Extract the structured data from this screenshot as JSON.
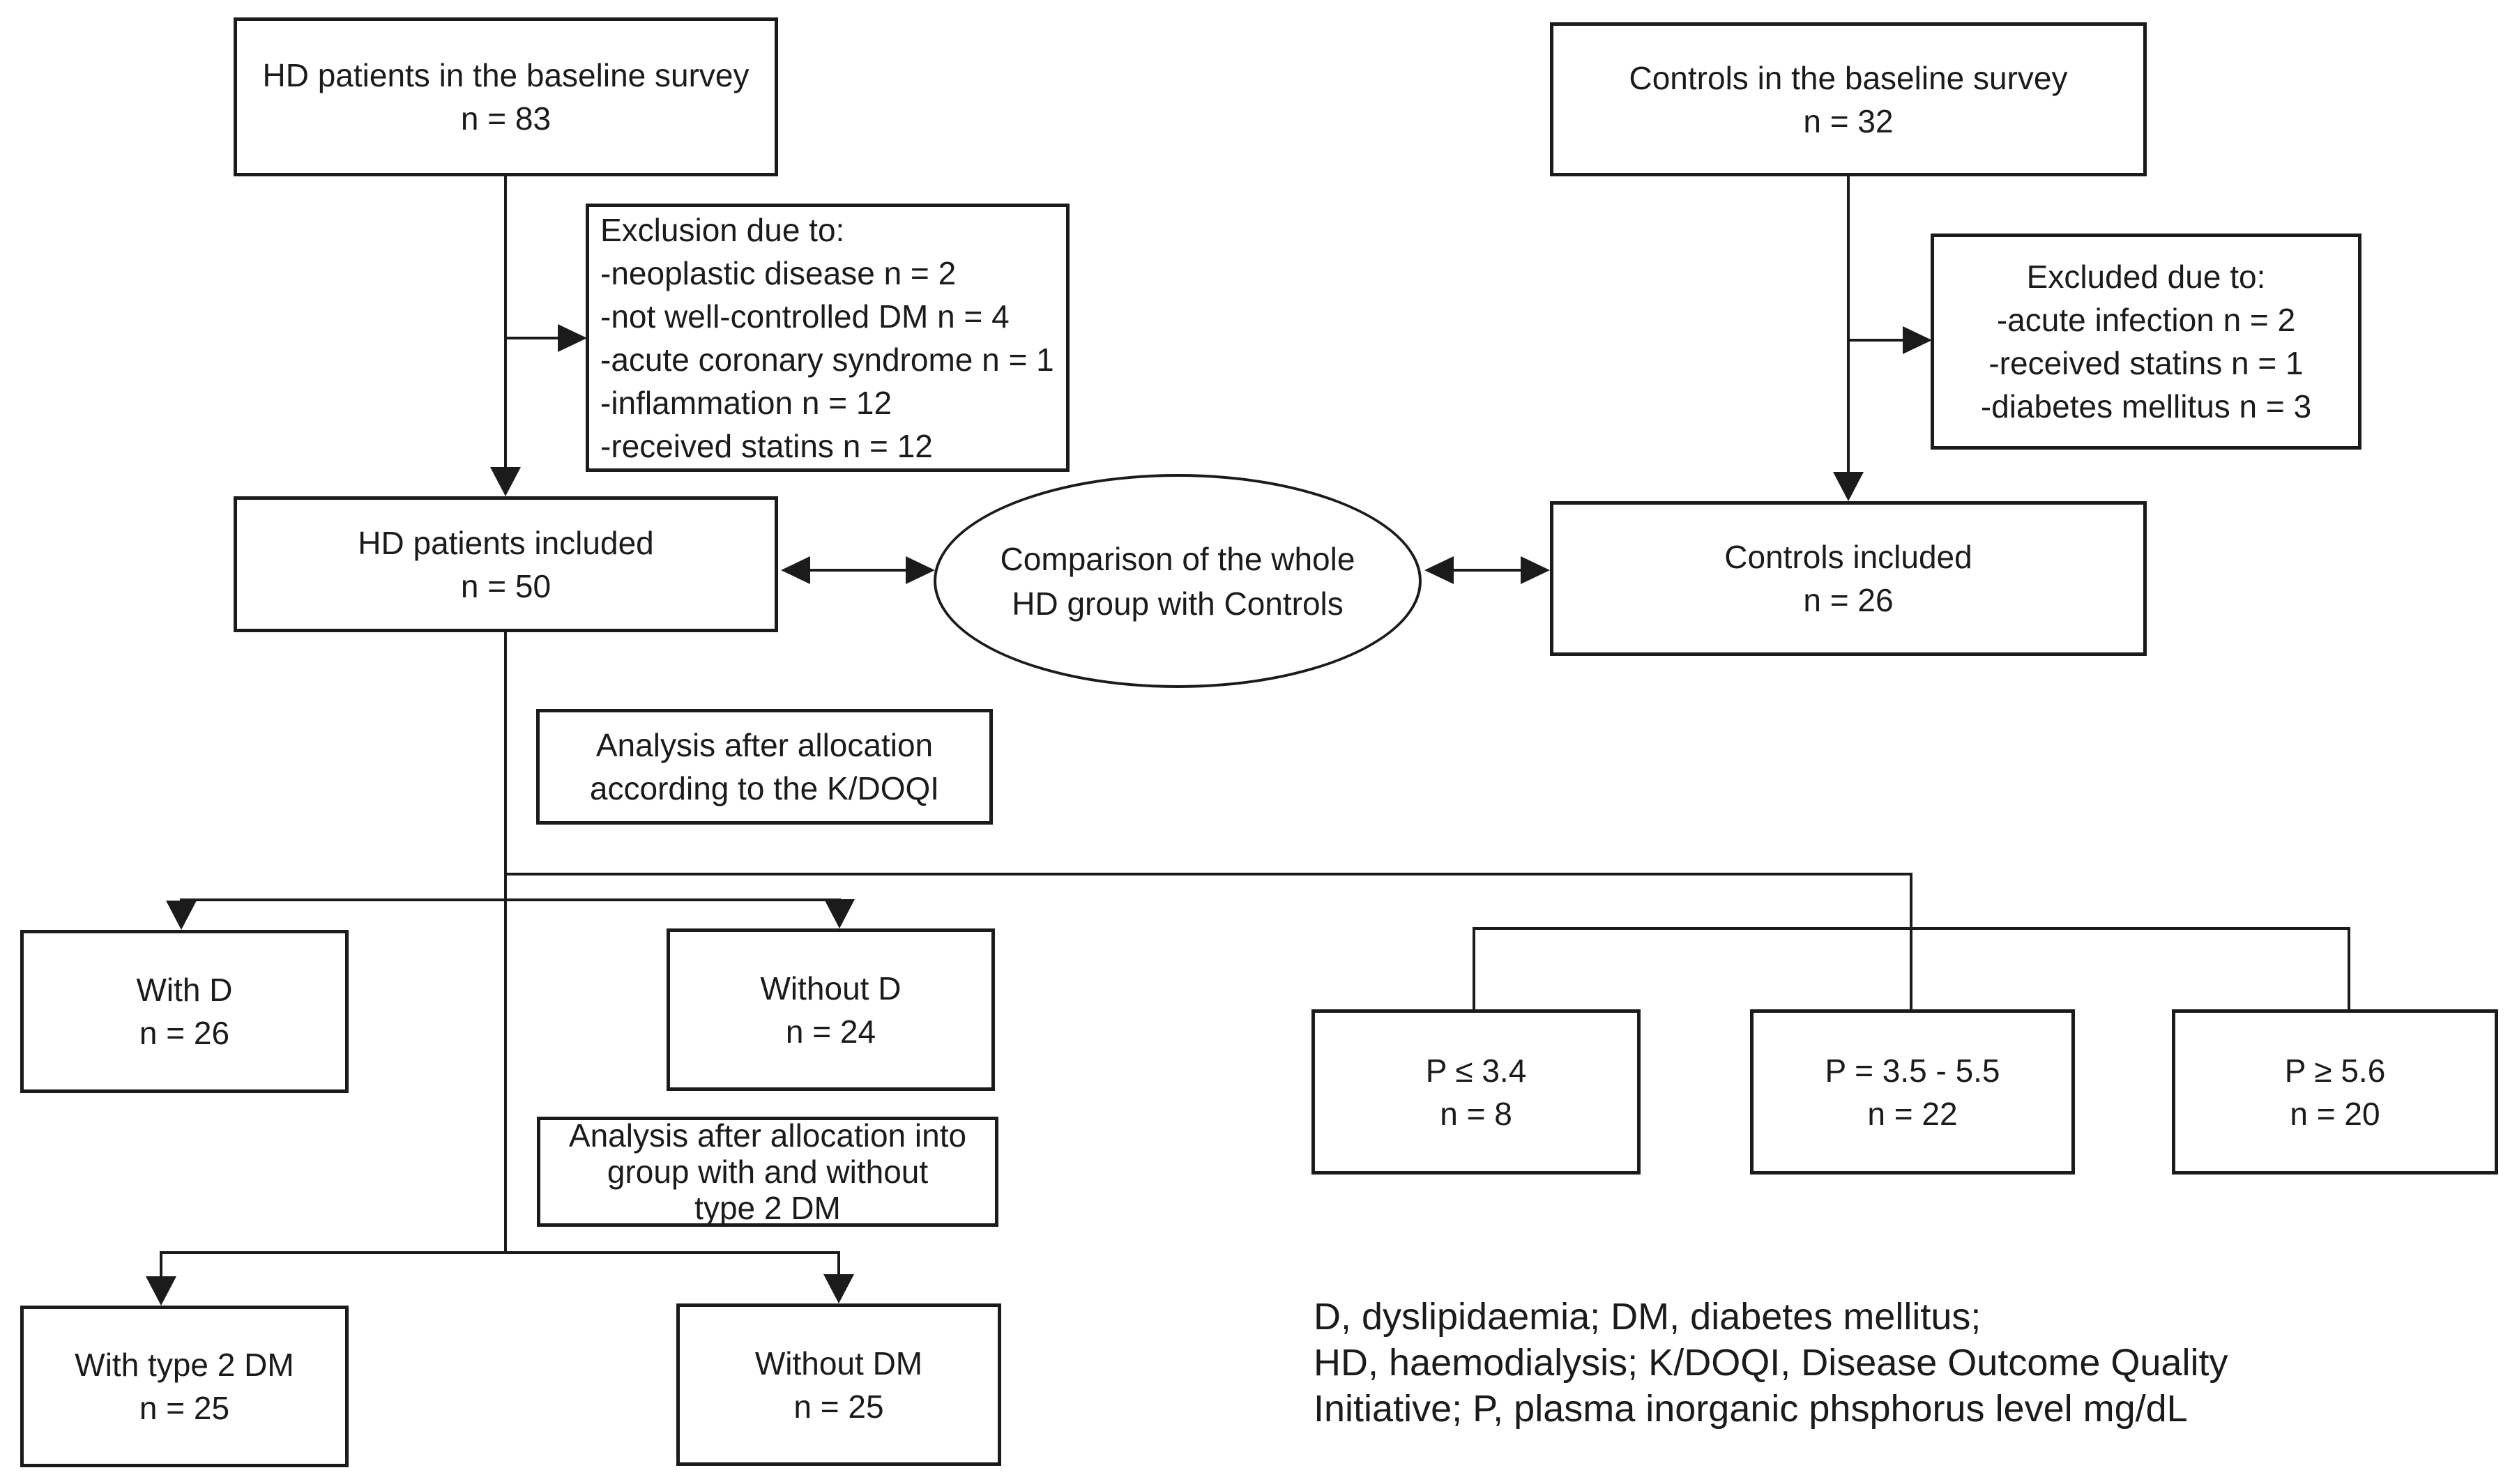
{
  "nodes": {
    "hd_baseline": {
      "title": "HD patients in the baseline survey",
      "count": "n = 83"
    },
    "controls_baseline": {
      "title": "Controls in the baseline survey",
      "count": "n = 32"
    },
    "hd_exclusion": {
      "title": "Exclusion due to:",
      "items": [
        "-neoplastic disease n = 2",
        "-not well-controlled DM n = 4",
        "-acute coronary syndrome n = 1",
        "-inflammation n = 12",
        "-received statins n = 12"
      ]
    },
    "controls_exclusion": {
      "title": "Excluded due to:",
      "items": [
        "-acute infection n = 2",
        "-received statins n = 1",
        "-diabetes mellitus n = 3"
      ]
    },
    "hd_included": {
      "title": "HD patients included",
      "count": "n = 50"
    },
    "comparison": {
      "line1": "Comparison of the whole",
      "line2": "HD group with Controls"
    },
    "controls_included": {
      "title": "Controls included",
      "count": "n = 26"
    },
    "kdoqi_analysis": {
      "line1": "Analysis after allocation",
      "line2": "according to the K/DOQI"
    },
    "with_d": {
      "title": "With D",
      "count": "n = 26"
    },
    "without_d": {
      "title": "Without D",
      "count": "n = 24"
    },
    "p_low": {
      "title": "P ≤ 3.4",
      "count": "n = 8"
    },
    "p_mid": {
      "title": "P = 3.5 - 5.5",
      "count": "n = 22"
    },
    "p_high": {
      "title": "P ≥ 5.6",
      "count": "n = 20"
    },
    "dm_analysis": {
      "line1": "Analysis after allocation into",
      "line2": "group with and without",
      "line3": "type 2 DM"
    },
    "with_dm": {
      "title": "With type 2 DM",
      "count": "n = 25"
    },
    "without_dm": {
      "title": "Without DM",
      "count": "n = 25"
    }
  },
  "legend": {
    "line1": "D, dyslipidaemia; DM, diabetes mellitus;",
    "line2": "HD, haemodialysis; K/DOQI, Disease Outcome Quality",
    "line3": "Initiative; P, plasma inorganic phsphorus level mg/dL"
  },
  "colors": {
    "line": "#1b1b1b",
    "background": "#ffffff"
  }
}
